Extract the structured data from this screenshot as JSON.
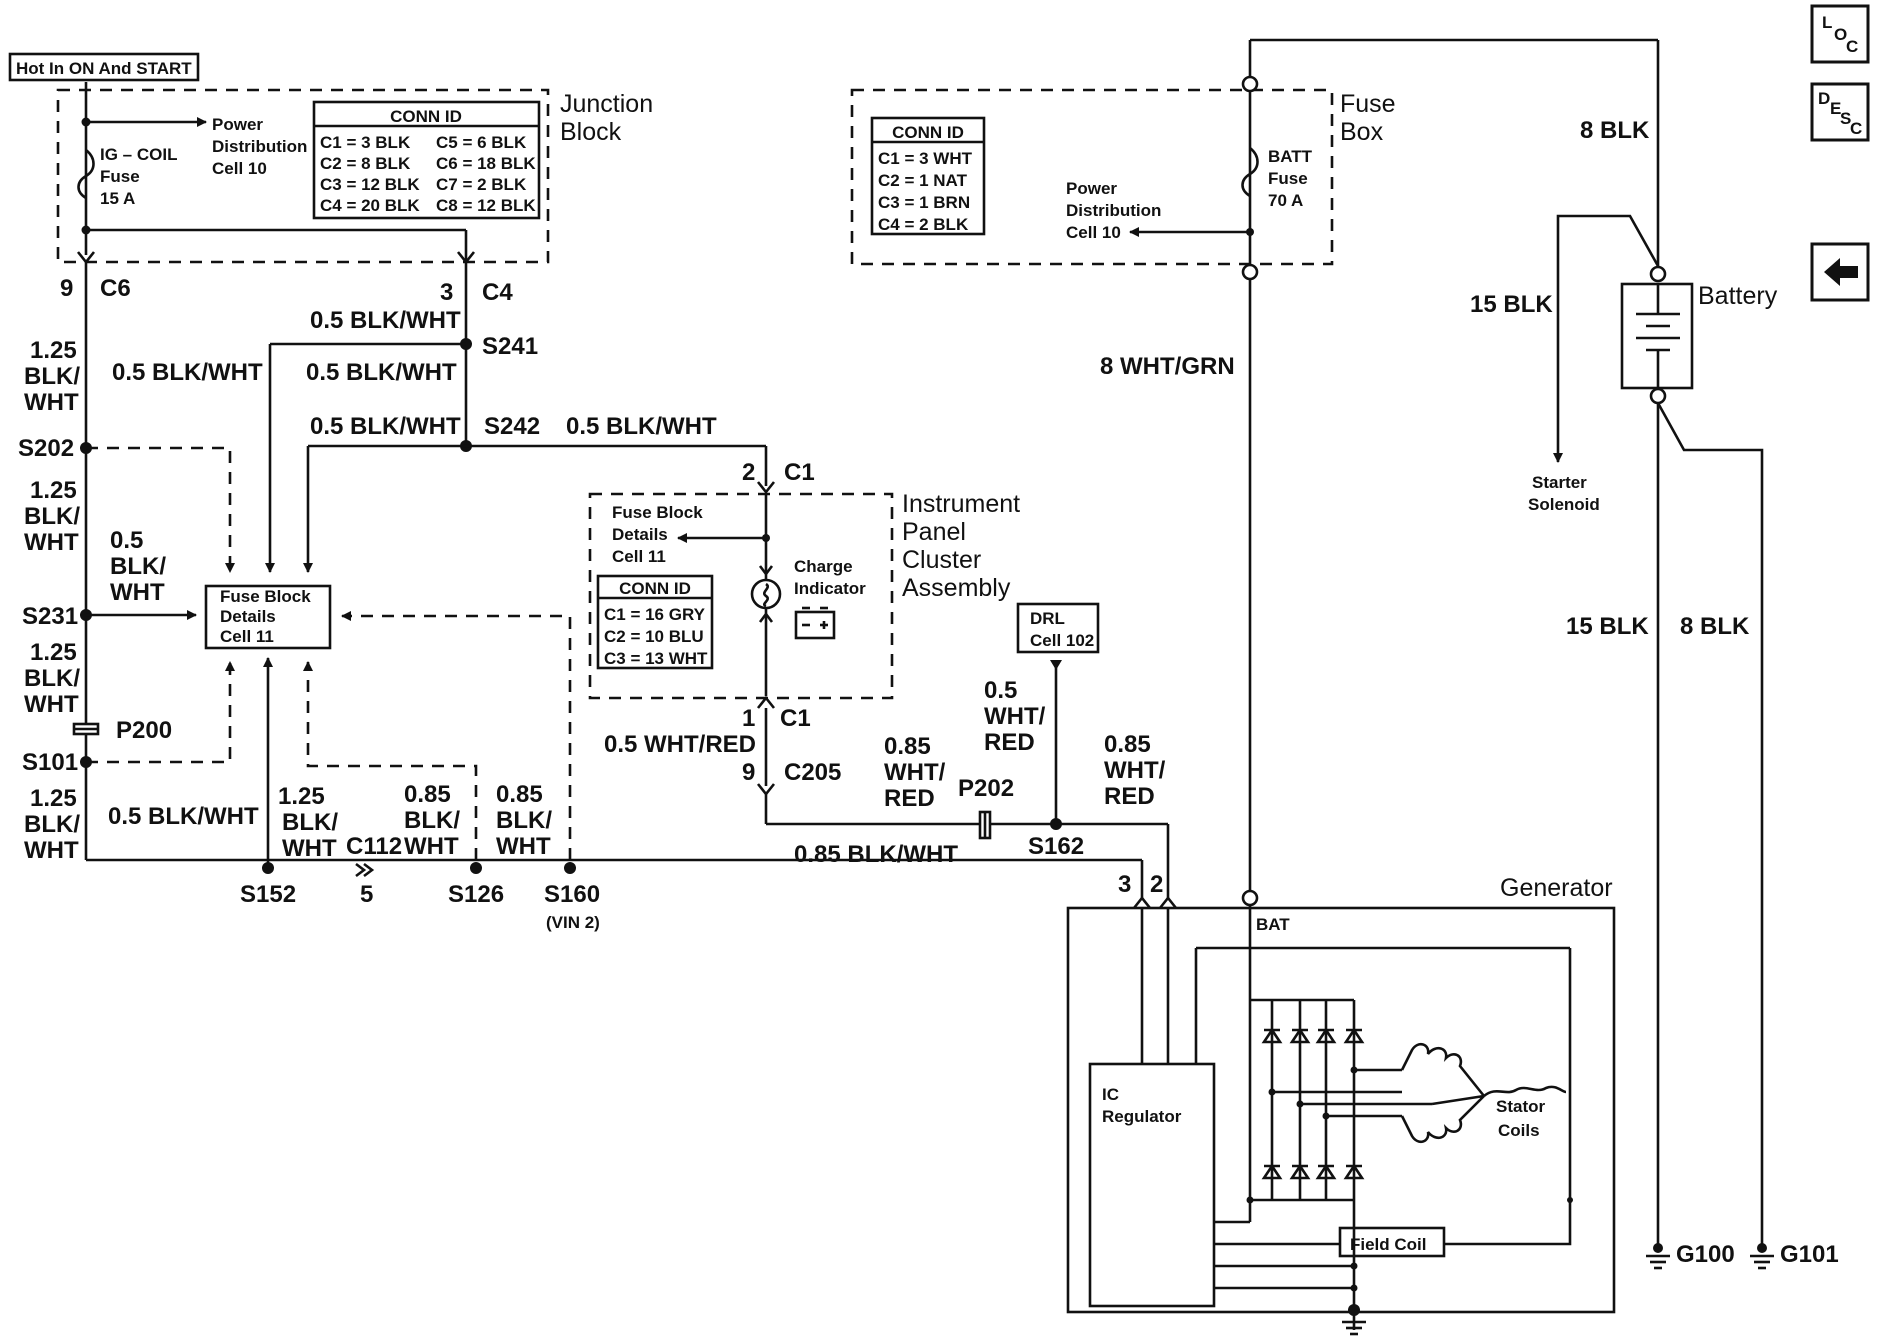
{
  "hot_label": "Hot In ON And START",
  "junction_block": {
    "title_l1": "Junction",
    "title_l2": "Block",
    "conn_id_title": "CONN ID",
    "conn_ids": [
      "C1 = 3 BLK",
      "C5 = 6 BLK",
      "C2 = 8 BLK",
      "C6 = 18 BLK",
      "C3 = 12 BLK",
      "C7 = 2 BLK",
      "C4 = 20 BLK",
      "C8 = 12 BLK"
    ],
    "power_dist": [
      "Power",
      "Distribution",
      "Cell 10"
    ],
    "fuse": [
      "IG – COIL",
      "Fuse",
      "15 A"
    ]
  },
  "fuse_box": {
    "title_l1": "Fuse",
    "title_l2": "Box",
    "conn_id_title": "CONN ID",
    "conn_ids": [
      "C1 = 3 WHT",
      "C2 = 1 NAT",
      "C3 = 1 BRN",
      "C4 = 2 BLK"
    ],
    "power_dist": [
      "Power",
      "Distribution",
      "Cell 10"
    ],
    "fuse": [
      "BATT",
      "Fuse",
      "70 A"
    ]
  },
  "ipc": {
    "title": [
      "Instrument",
      "Panel",
      "Cluster",
      "Assembly"
    ],
    "fuse_block": [
      "Fuse Block",
      "Details",
      "Cell 11"
    ],
    "conn_id_title": "CONN ID",
    "conn_ids": [
      "C1 = 16 GRY",
      "C2 = 10 BLU",
      "C3 = 13 WHT"
    ],
    "charge_indicator": [
      "Charge",
      "Indicator"
    ]
  },
  "fuse_block_box": [
    "Fuse Block",
    "Details",
    "Cell 11"
  ],
  "drl_box": [
    "DRL",
    "Cell 102"
  ],
  "generator": {
    "title": "Generator",
    "bat": "BAT",
    "regulator": [
      "IC",
      "Regulator"
    ],
    "stator": [
      "Stator",
      "Coils"
    ],
    "field_coil": "Field Coil"
  },
  "battery": "Battery",
  "starter": [
    "Starter",
    "Solenoid"
  ],
  "grounds": [
    "G100",
    "G101"
  ],
  "connectors": {
    "c6_pin": "9",
    "c6": "C6",
    "c4_pin": "3",
    "c4": "C4",
    "c1_top_pin": "2",
    "c1_top": "C1",
    "c1_bot_pin": "1",
    "c1_bot": "C1",
    "c205_pin": "9",
    "c205": "C205",
    "c112": "C112",
    "c112_pin": "5",
    "gen_pin3": "3",
    "gen_pin2": "2"
  },
  "splices": {
    "s241": "S241",
    "s242": "S242",
    "s202": "S202",
    "s231": "S231",
    "p200": "P200",
    "s101": "S101",
    "s152": "S152",
    "s126": "S126",
    "s160": "S160",
    "s160_note": "(VIN 2)",
    "p202": "P202",
    "s162": "S162"
  },
  "wires": {
    "w_left1": [
      "1.25",
      "BLK/",
      "WHT"
    ],
    "w_left2": [
      "1.25",
      "BLK/",
      "WHT"
    ],
    "w_left3": [
      "1.25",
      "BLK/",
      "WHT"
    ],
    "w_left4": [
      "1.25",
      "BLK/",
      "WHT"
    ],
    "w_s231": [
      "0.5",
      "BLK/",
      "WHT"
    ],
    "w_top1": "0.5 BLK/WHT",
    "w_mid1": "0.5 BLK/WHT",
    "w_mid2": "0.5 BLK/WHT",
    "w_s242_left": "0.5 BLK/WHT",
    "w_s242_right": "0.5 BLK/WHT",
    "w_bottom_left": "0.5 BLK/WHT",
    "w_s152": [
      "1.25",
      "BLK/",
      "WHT"
    ],
    "w_s126": [
      "0.85",
      "BLK/",
      "WHT"
    ],
    "w_s160": [
      "0.85",
      "BLK/",
      "WHT"
    ],
    "w_bottom_right": "0.85 BLK/WHT",
    "w_c205": "0.5 WHT/RED",
    "w_p202": [
      "0.85",
      "WHT/",
      "RED"
    ],
    "w_drl": [
      "0.5",
      "WHT/",
      "RED"
    ],
    "w_gen2": [
      "0.85",
      "WHT/",
      "RED"
    ],
    "w_fusebox": "8 WHT/GRN",
    "w_batt_top": "8 BLK",
    "w_starter": "15 BLK",
    "w_g100": "15 BLK",
    "w_g101": "8 BLK"
  },
  "nav": {
    "loc": [
      "L",
      "O",
      "C"
    ],
    "desc": [
      "D",
      "E",
      "S",
      "C"
    ]
  }
}
